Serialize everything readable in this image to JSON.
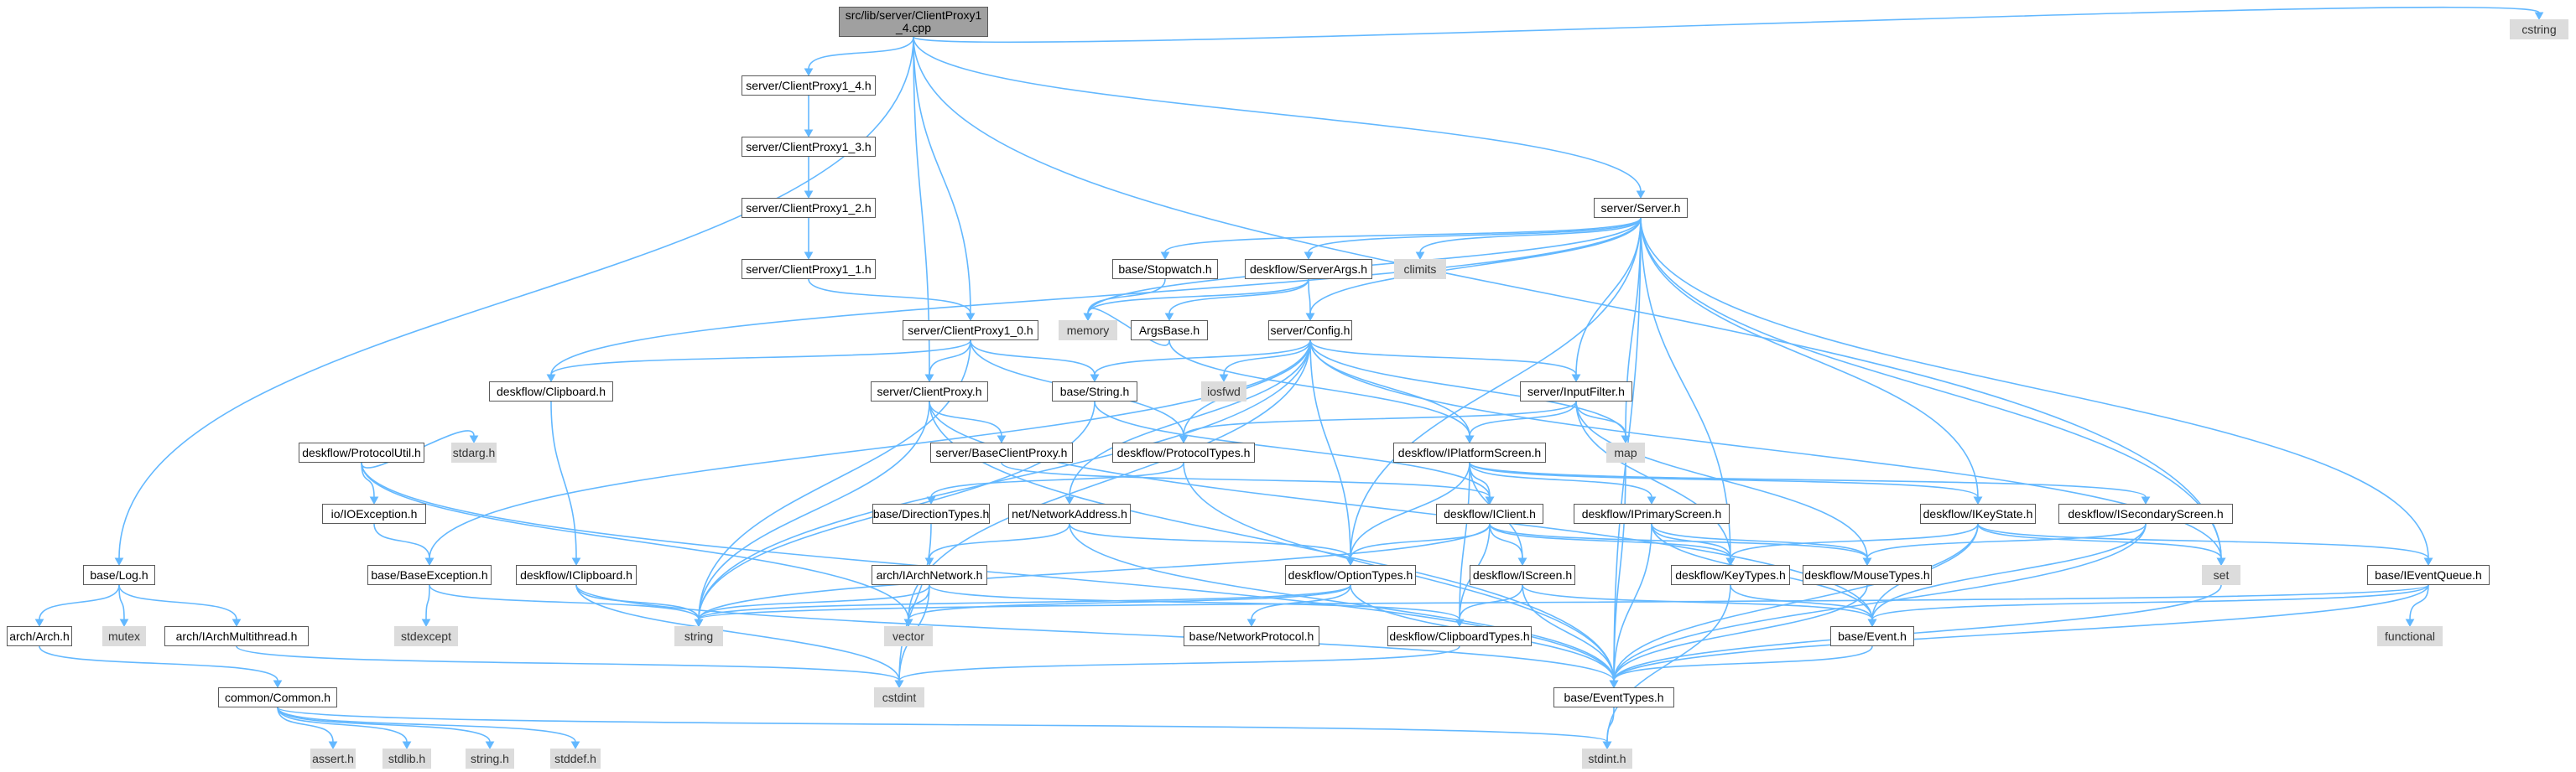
{
  "diagram": {
    "nodes": {
      "root": "src/lib/server/ClientProxy1\n_4.cpp",
      "cp14": "server/ClientProxy1_4.h",
      "cp13": "server/ClientProxy1_3.h",
      "cp12": "server/ClientProxy1_2.h",
      "cp11": "server/ClientProxy1_1.h",
      "cp10": "server/ClientProxy1_0.h",
      "server": "server/Server.h",
      "stopwatch": "base/Stopwatch.h",
      "serverargs": "deskflow/ServerArgs.h",
      "climits": "climits",
      "argsbase": "ArgsBase.h",
      "memory": "memory",
      "config": "server/Config.h",
      "iosfwd": "iosfwd",
      "inputfilter": "server/InputFilter.h",
      "map": "map",
      "clipboard": "deskflow/Clipboard.h",
      "clientproxy": "server/ClientProxy.h",
      "basestring": "base/String.h",
      "baseclientproxy": "server/BaseClientProxy.h",
      "protocoltypes": "deskflow/ProtocolTypes.h",
      "iplatformscreen": "deskflow/IPlatformScreen.h",
      "protocolutil": "deskflow/ProtocolUtil.h",
      "stdarg": "stdarg.h",
      "ioexception": "io/IOException.h",
      "directiontypes": "base/DirectionTypes.h",
      "networkaddress": "net/NetworkAddress.h",
      "iclient": "deskflow/IClient.h",
      "iprimaryscreen": "deskflow/IPrimaryScreen.h",
      "ikeystate": "deskflow/IKeyState.h",
      "isecondaryscreen": "deskflow/ISecondaryScreen.h",
      "set": "set",
      "log": "base/Log.h",
      "baseexception": "base/BaseException.h",
      "iclipboard": "deskflow/IClipboard.h",
      "iarchnetwork": "arch/IArchNetwork.h",
      "optiontypes": "deskflow/OptionTypes.h",
      "iscreen": "deskflow/IScreen.h",
      "keytypes": "deskflow/KeyTypes.h",
      "mousetypes": "deskflow/MouseTypes.h",
      "ieventqueue": "base/IEventQueue.h",
      "arch": "arch/Arch.h",
      "mutex": "mutex",
      "iarchmultithread": "arch/IArchMultithread.h",
      "stdexcept": "stdexcept",
      "string": "string",
      "vector": "vector",
      "networkprotocol": "base/NetworkProtocol.h",
      "clipboardtypes": "deskflow/ClipboardTypes.h",
      "baseevent": "base/Event.h",
      "functional": "functional",
      "common": "common/Common.h",
      "cstdint": "cstdint",
      "eventtypes": "base/EventTypes.h",
      "asserth": "assert.h",
      "stdlib": "stdlib.h",
      "stringh": "string.h",
      "stddef": "stddef.h",
      "stdint": "stdint.h",
      "cstring": "cstring"
    }
  }
}
